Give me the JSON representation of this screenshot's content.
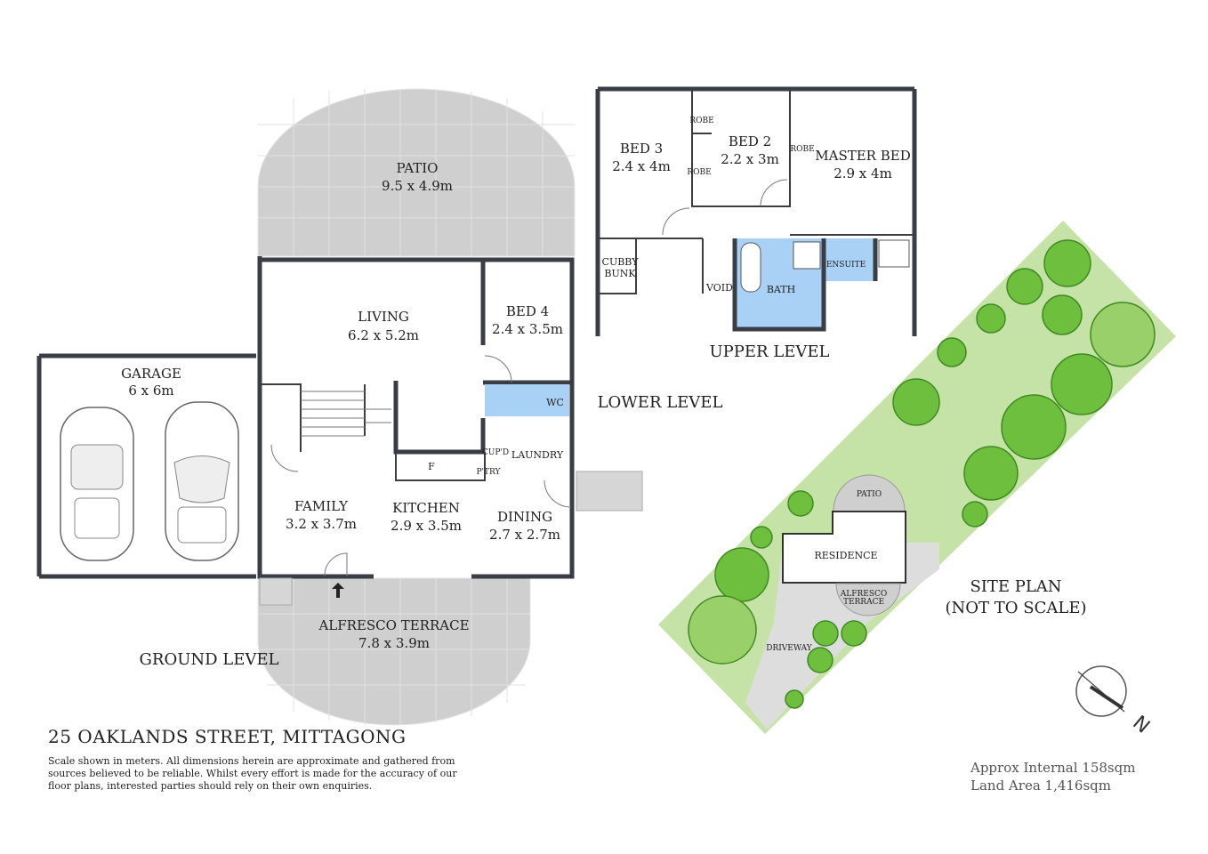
{
  "address": "25 OAKLANDS STREET, MITTAGONG",
  "disclaimer": "Scale shown in meters. All dimensions herein are approximate and gathered from sources believed to be  reliable. Whilst every effort is made for the accuracy of our floor plans, interested parties should rely on their own enquiries.",
  "areas": {
    "internal": "Approx Internal 158sqm",
    "land": "Land Area 1,416sqm"
  },
  "levels": {
    "ground": "GROUND LEVEL",
    "lower": "LOWER LEVEL",
    "upper": "UPPER LEVEL",
    "site_plan_1": "SITE PLAN",
    "site_plan_2": "(NOT TO SCALE)"
  },
  "rooms": {
    "patio": {
      "name": "PATIO",
      "size": "9.5 x 4.9m"
    },
    "living": {
      "name": "LIVING",
      "size": "6.2 x 5.2m"
    },
    "bed4": {
      "name": "BED 4",
      "size": "2.4 x 3.5m"
    },
    "garage": {
      "name": "GARAGE",
      "size": "6 x 6m"
    },
    "wc": {
      "name": "WC"
    },
    "laundry": {
      "name": "LAUNDRY"
    },
    "cupd": {
      "name": "CUP'D"
    },
    "ptry": {
      "name": "P'TRY"
    },
    "fridge": {
      "name": "F"
    },
    "family": {
      "name": "FAMILY",
      "size": "3.2 x 3.7m"
    },
    "kitchen": {
      "name": "KITCHEN",
      "size": "2.9 x 3.5m"
    },
    "dining": {
      "name": "DINING",
      "size": "2.7 x 2.7m"
    },
    "alfresco": {
      "name": "ALFRESCO TERRACE",
      "size": "7.8 x 3.9m"
    },
    "bed3": {
      "name": "BED 3",
      "size": "2.4 x 4m"
    },
    "bed2": {
      "name": "BED 2",
      "size": "2.2 x 3m"
    },
    "master": {
      "name": "MASTER BED",
      "size": "2.9 x 4m"
    },
    "robe": {
      "name": "ROBE"
    },
    "cubby_1": {
      "name": "CUBBY"
    },
    "cubby_2": {
      "name": "BUNK"
    },
    "void": {
      "name": "VOID"
    },
    "bath": {
      "name": "BATH"
    },
    "ensuite": {
      "name": "ENSUITE"
    }
  },
  "site": {
    "patio": "PATIO",
    "residence": "RESIDENCE",
    "alfresco_1": "ALFRESCO",
    "alfresco_2": "TERRACE",
    "driveway": "DRIVEWAY"
  },
  "compass": {
    "label": "N"
  },
  "colors": {
    "wall": "#3a3d45",
    "wet_area": "#a9d0f5",
    "tiles": "#cfcfcf",
    "lawn": "#c5e3a7",
    "tree": "#6fbf3f"
  }
}
